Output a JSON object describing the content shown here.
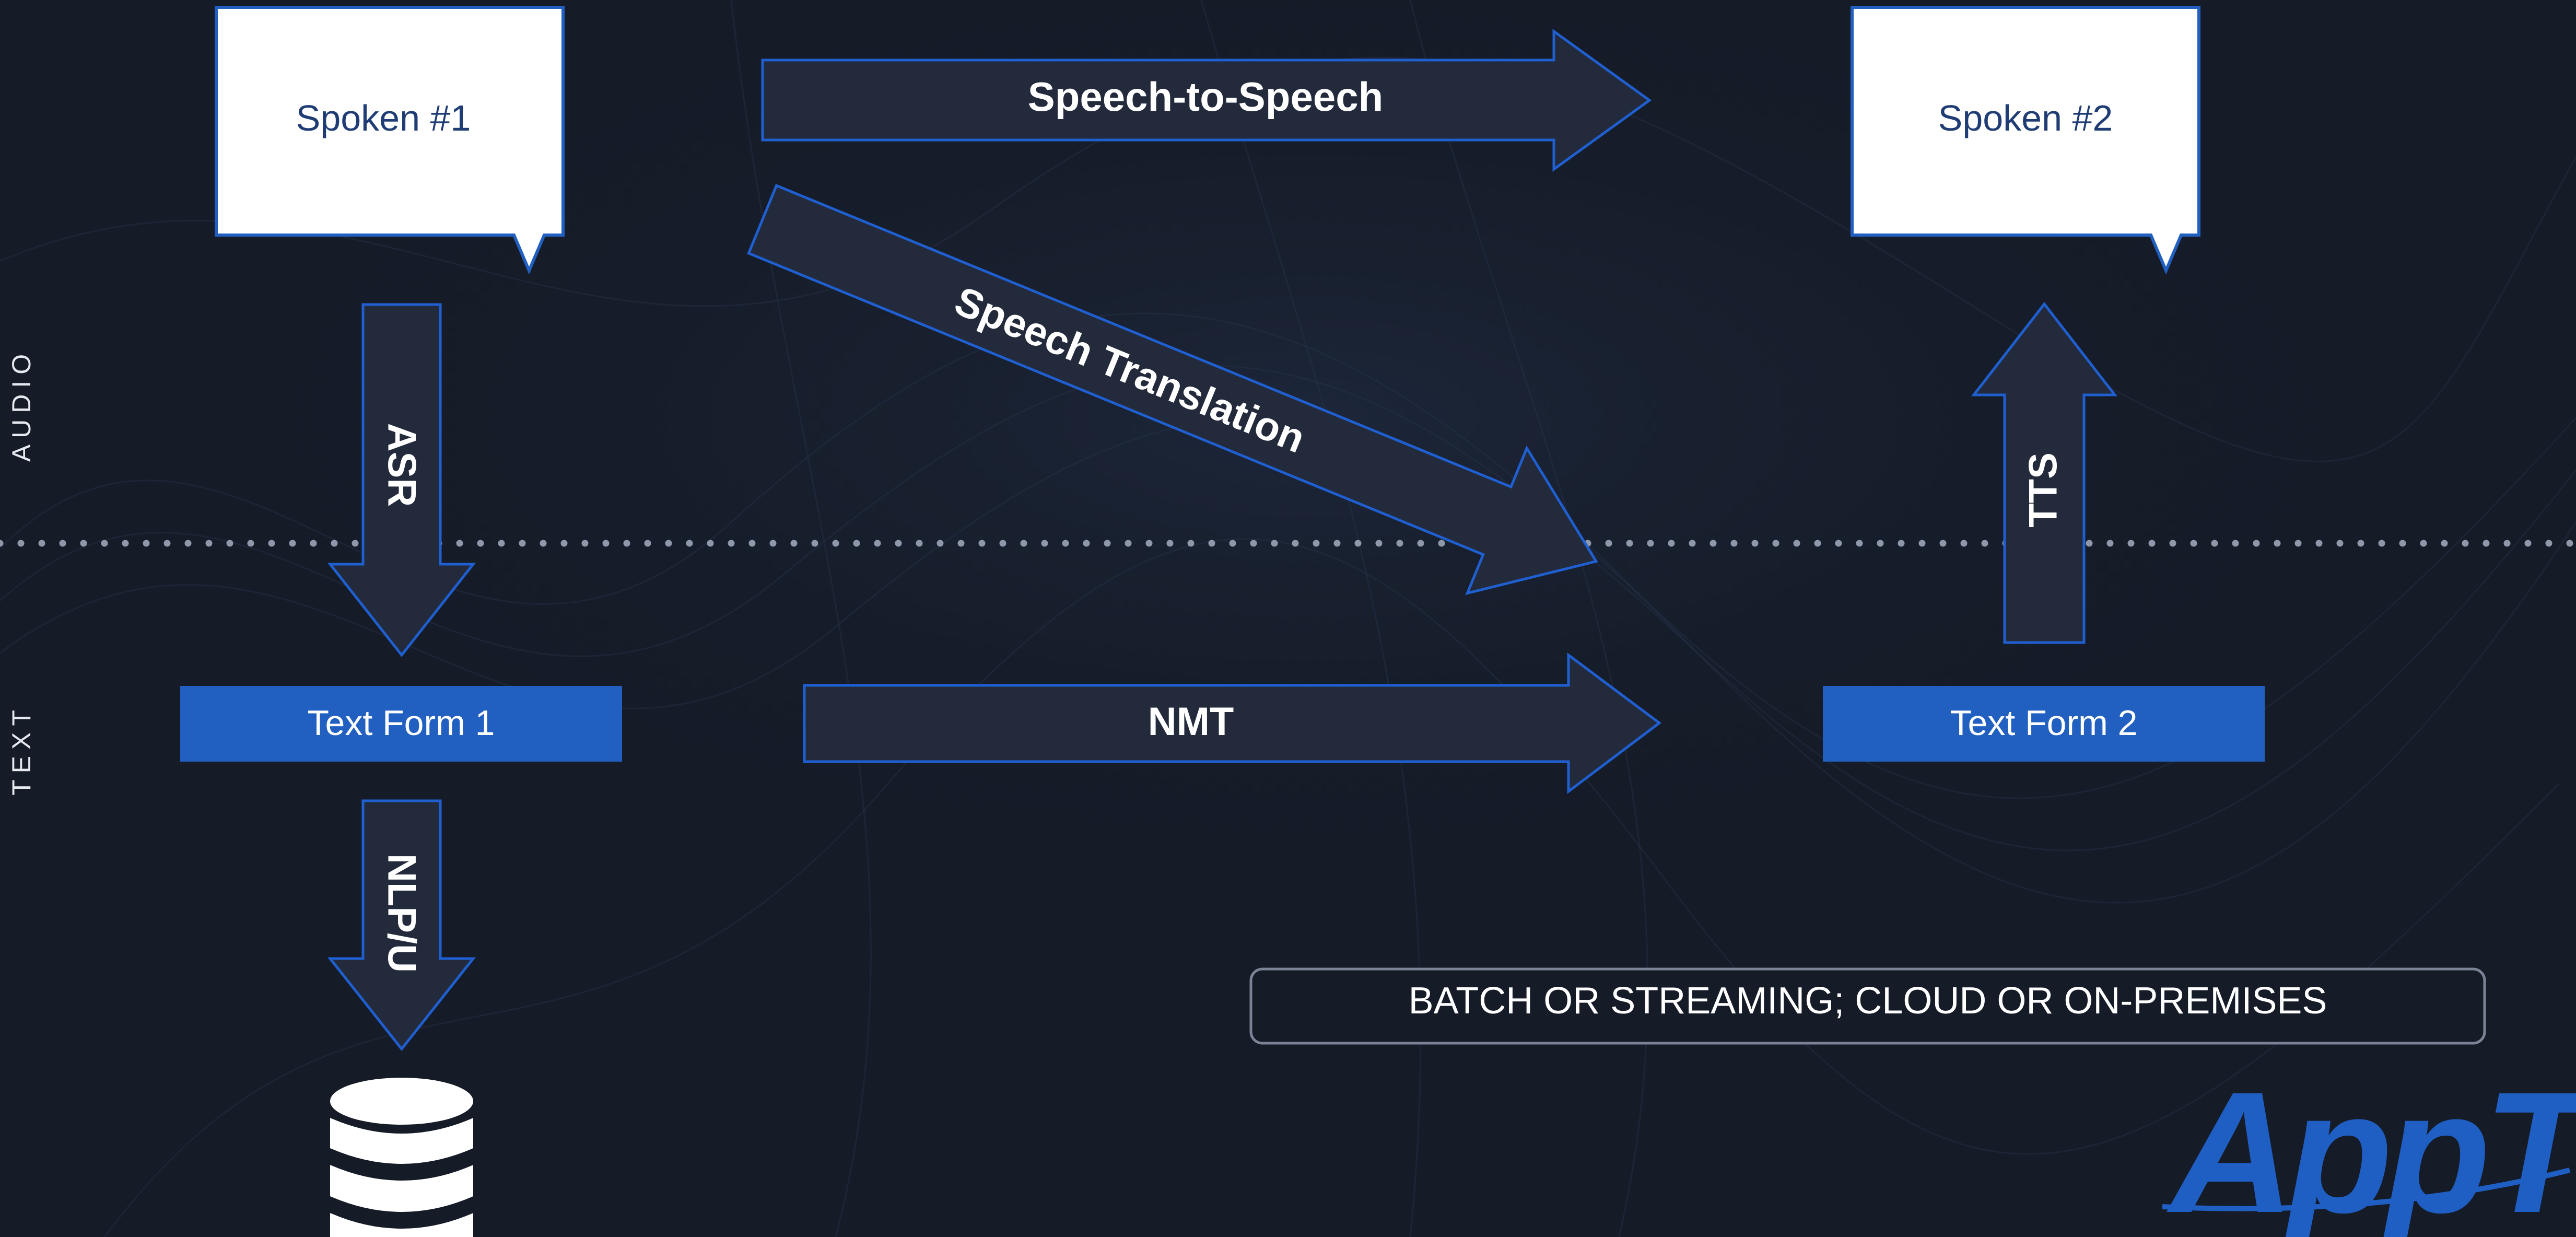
{
  "diagram": {
    "side_labels": {
      "audio": "AUDIO",
      "text": "TEXT"
    },
    "speech_bubbles": {
      "spoken_1": "Spoken #1",
      "spoken_2": "Spoken #2"
    },
    "text_forms": {
      "form_1": "Text Form 1",
      "form_2": "Text Form 2"
    },
    "arrows": {
      "speech_to_speech": "Speech-to-Speech",
      "speech_translation": "Speech Translation",
      "asr": "ASR",
      "tts": "TTS",
      "nmt": "NMT",
      "nlpu": "NLP/U"
    },
    "note": "BATCH OR STREAMING; CLOUD OR ON-PREMISES",
    "logo": {
      "text": "AppTek",
      "icon": "database-icon"
    },
    "colors": {
      "background": "#151b27",
      "arrow_fill": "#222a3b",
      "arrow_stroke": "#1f5fd0",
      "box_fill": "#2160c0",
      "bubble_fill": "#ffffff",
      "bubble_text": "#1f3c74",
      "logo": "#1f5fc4"
    }
  }
}
